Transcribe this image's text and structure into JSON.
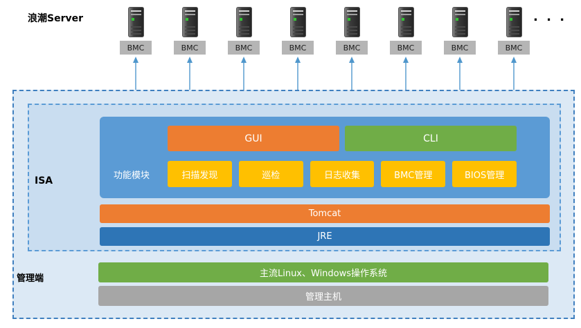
{
  "header": {
    "title": "浪潮Server",
    "ellipsis": ". . .",
    "bmc_label": "BMC",
    "server_count": 8
  },
  "containers": {
    "outer_label": "管理端",
    "inner_label": "ISA"
  },
  "isa": {
    "module_label": "功能模块",
    "gui_label": "GUI",
    "cli_label": "CLI",
    "modules": [
      "扫描发现",
      "巡检",
      "日志收集",
      "BMC管理",
      "BIOS管理"
    ],
    "tomcat_label": "Tomcat",
    "jre_label": "JRE"
  },
  "platform": {
    "os_label": "主流Linux、Windows操作系统",
    "host_label": "管理主机"
  },
  "colors": {
    "orange": "#ed7d31",
    "green": "#70ad47",
    "yellow": "#ffc000",
    "blue_box": "#5b9bd5",
    "jre_blue": "#2e75b6",
    "gray_bar": "#a6a6a6",
    "arrow_blue": "#4f97cc"
  }
}
